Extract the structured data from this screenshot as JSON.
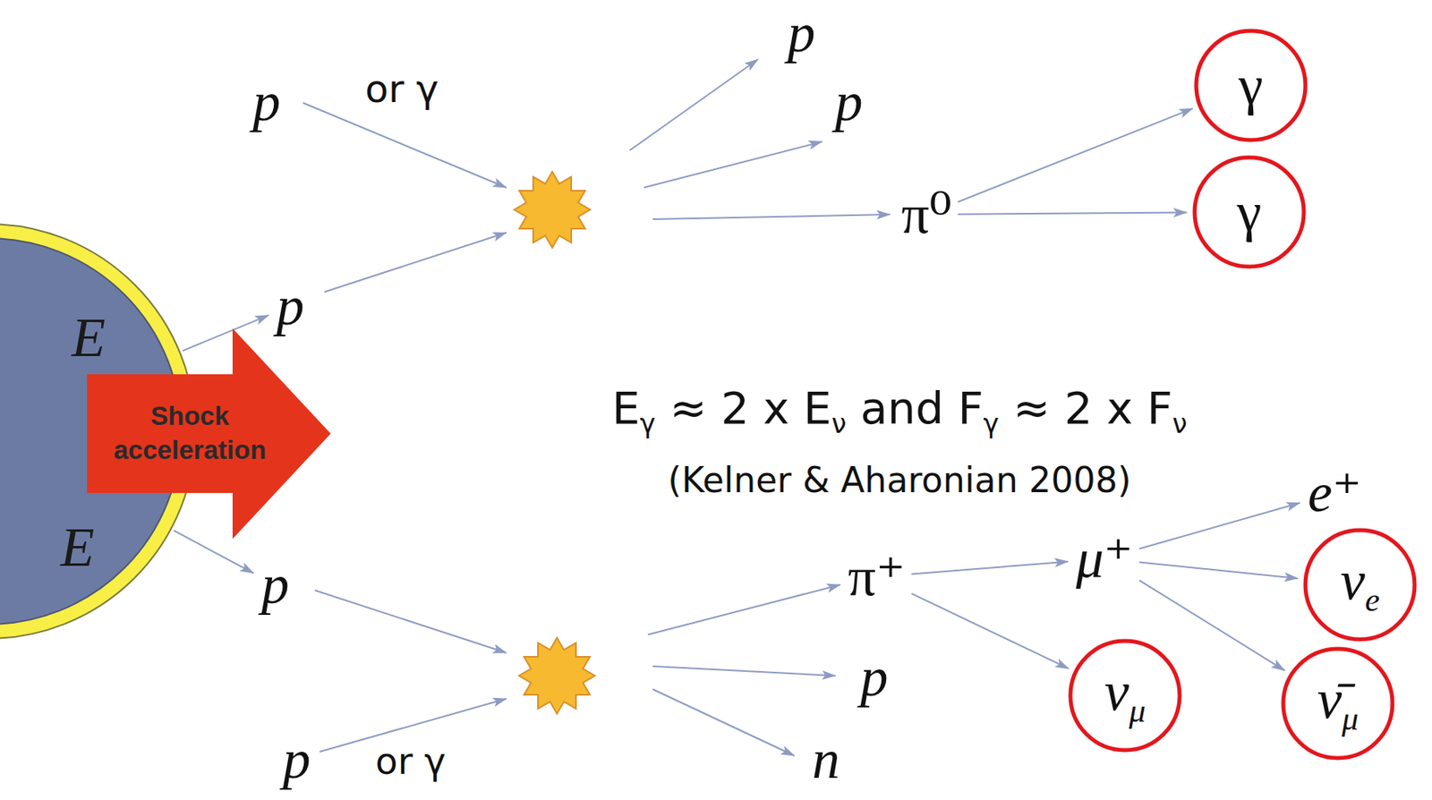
{
  "diagram": {
    "nodes": [
      {
        "text": [
          "E",
          "E"
        ]
      },
      {
        "text": [
          "Shock acceleration"
        ]
      },
      {
        "text": [
          "p"
        ]
      },
      {
        "text": [
          "p"
        ]
      },
      {
        "text": [
          "p"
        ]
      },
      {
        "text": [
          "π⁰"
        ]
      },
      {
        "text": [
          "γ"
        ]
      },
      {
        "text": [
          "γ"
        ]
      },
      {
        "text": [
          "p"
        ]
      },
      {
        "text": [
          "π⁺"
        ]
      },
      {
        "text": [
          "μ⁺"
        ]
      },
      {
        "text": [
          "e⁺"
        ]
      },
      {
        "text": [
          "νe"
        ]
      },
      {
        "text": [
          "ν̄μ"
        ]
      },
      {
        "text": [
          "νμ"
        ]
      },
      {
        "text": [
          "p"
        ]
      },
      {
        "text": [
          "n"
        ]
      }
    ],
    "edges": [
      {
        "from": 0,
        "to": 2,
        "arrow": "to"
      },
      {
        "from": 5,
        "to": 6,
        "arrow": "to"
      },
      {
        "from": 5,
        "to": 7,
        "arrow": "to"
      },
      {
        "from": 0,
        "to": 8,
        "arrow": "to"
      },
      {
        "from": 9,
        "to": 10,
        "arrow": "to"
      },
      {
        "from": 9,
        "to": 14,
        "arrow": "to"
      },
      {
        "from": 10,
        "to": 11,
        "arrow": "to"
      },
      {
        "from": 10,
        "to": 12,
        "arrow": "to"
      },
      {
        "from": 10,
        "to": 13,
        "arrow": "to"
      }
    ],
    "labels": [
      "p",
      "or γ",
      "Eγ ≈ 2 x Eν and Fγ ≈ 2 x Fν",
      "(Kelner & Aharonian 2008)",
      "p",
      "or γ"
    ]
  }
}
